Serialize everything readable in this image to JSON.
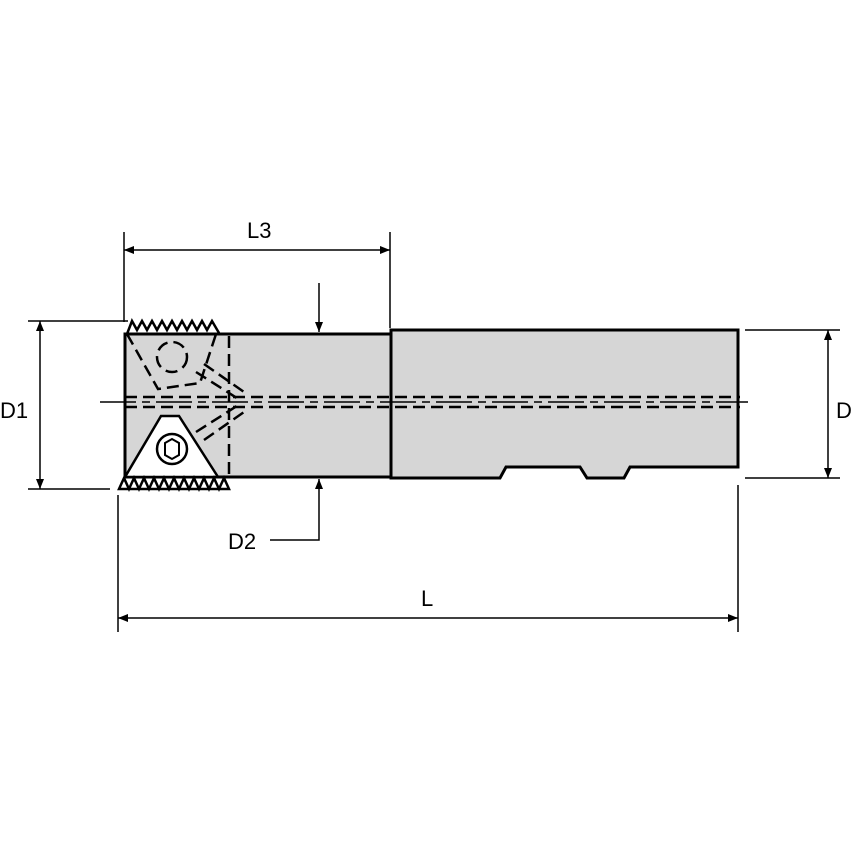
{
  "diagram": {
    "dimensions": {
      "l3": "L3",
      "d1": "D1",
      "d": "D",
      "d2": "D2",
      "l": "L"
    },
    "colors": {
      "body_fill": "#d6d6d6",
      "line": "#000000"
    }
  }
}
